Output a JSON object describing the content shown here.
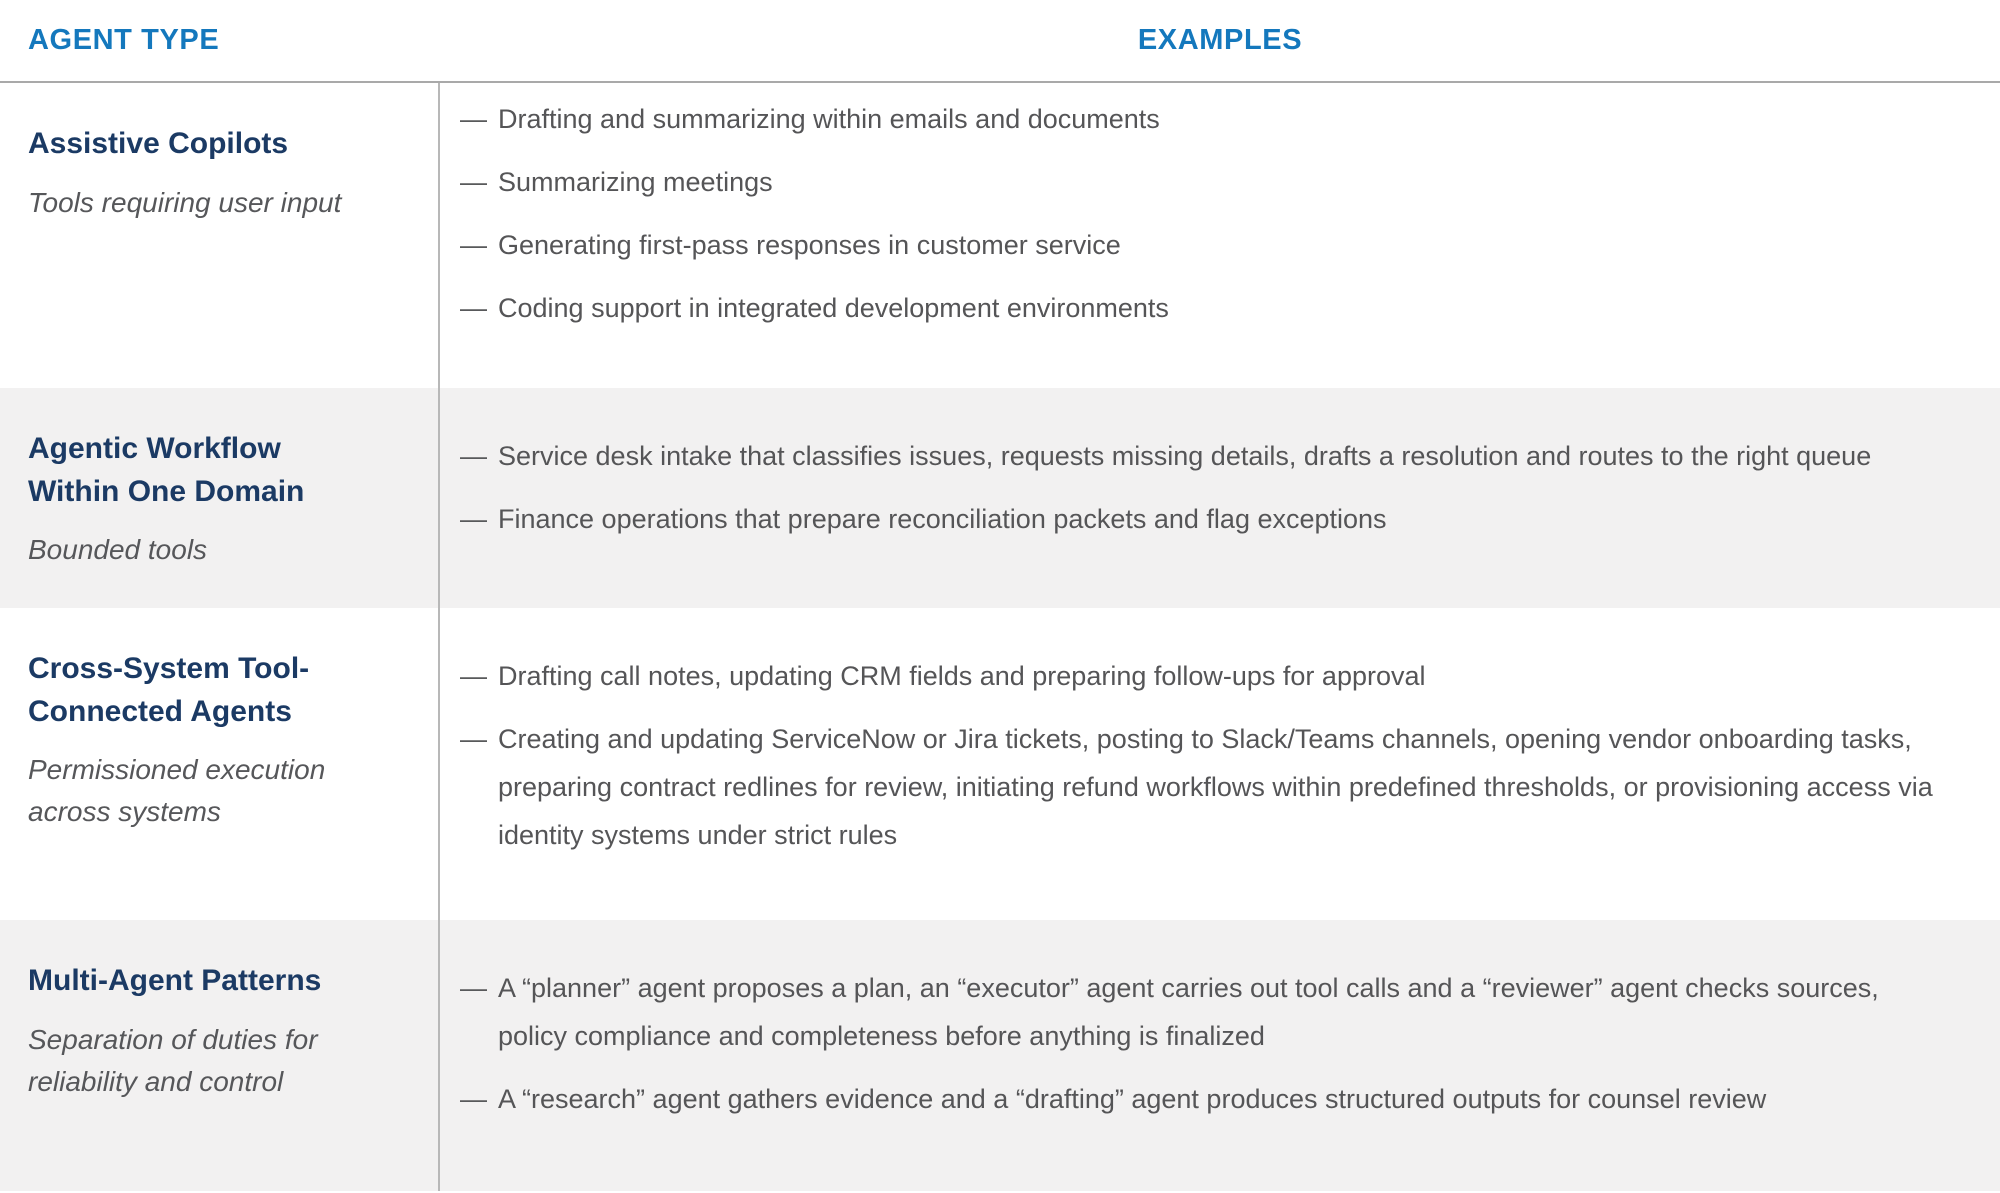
{
  "bullet": "—",
  "colors": {
    "header_blue": "#1478bd",
    "title_navy": "#1b3a64",
    "body_gray": "#555557",
    "subtitle_gray": "#56575a",
    "row_shade": "#f2f1f1",
    "header_rule": "#a9a9a9",
    "column_divider": "#b8b8b8"
  },
  "header": {
    "agent_type": "AGENT TYPE",
    "examples": "EXAMPLES"
  },
  "rows": [
    {
      "title": "Assistive Copilots",
      "subtitle": "Tools requiring user input",
      "examples": [
        "Drafting and summarizing within emails and documents",
        "Summarizing meetings",
        "Generating first-pass responses in customer service",
        "Coding support in integrated development environments"
      ]
    },
    {
      "title": "Agentic Workflow Within One Domain",
      "subtitle": "Bounded tools",
      "examples": [
        "Service desk intake that classifies issues, requests missing details, drafts a resolution and routes to the right queue",
        "Finance operations that prepare reconciliation packets and flag exceptions"
      ]
    },
    {
      "title": "Cross-System Tool-Connected Agents",
      "subtitle": "Permissioned execution across systems",
      "examples": [
        "Drafting call notes, updating CRM fields and preparing follow-ups for approval",
        "Creating and updating ServiceNow or Jira tickets, posting to Slack/Teams channels, opening vendor onboarding tasks, preparing contract redlines for review, initiating refund workflows within predefined thresholds, or provisioning access via identity systems under strict rules"
      ]
    },
    {
      "title": "Multi-Agent Patterns",
      "subtitle": "Separation of duties for reliability and control",
      "examples": [
        "A “planner” agent proposes a plan, an “executor” agent carries out tool calls and a “reviewer” agent checks sources, policy compliance and completeness before anything is finalized",
        "A “research” agent gathers evidence and a “drafting” agent produces structured outputs for counsel review"
      ]
    }
  ]
}
